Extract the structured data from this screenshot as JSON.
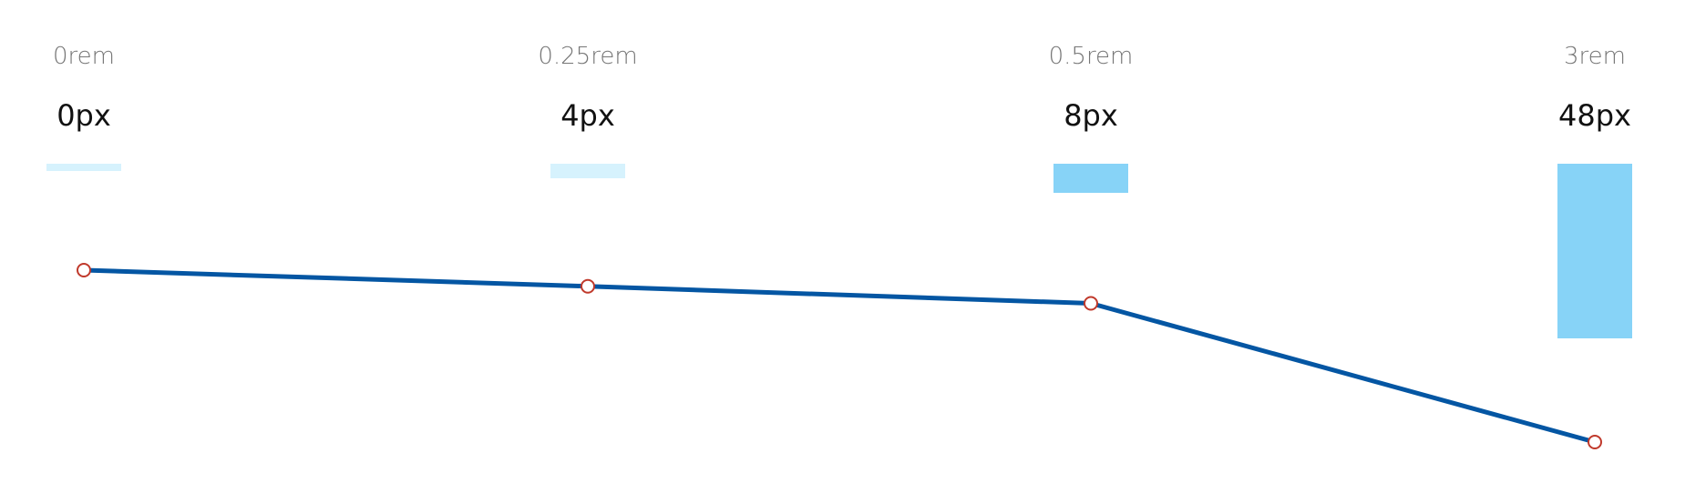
{
  "colors": {
    "line": "#0456a3",
    "marker_stroke": "#c0392b",
    "marker_fill": "#ffffff",
    "bar_small": "#d6f2fd",
    "bar_large": "#87d3f7",
    "rem_text": "#767676",
    "px_text": "#111111"
  },
  "chart_data": {
    "type": "line",
    "categories": [
      "0rem",
      "0.25rem",
      "0.5rem",
      "3rem"
    ],
    "rem_labels": [
      "0rem",
      "0.25rem",
      "0.5rem",
      "3rem"
    ],
    "px_labels": [
      "0px",
      "4px",
      "8px",
      "48px"
    ],
    "values": [
      0,
      4,
      8,
      48
    ],
    "bar_heights_px": [
      0,
      4,
      8,
      48
    ],
    "title": "",
    "xlabel": "",
    "ylabel": "",
    "grid": false,
    "legend": "none"
  }
}
